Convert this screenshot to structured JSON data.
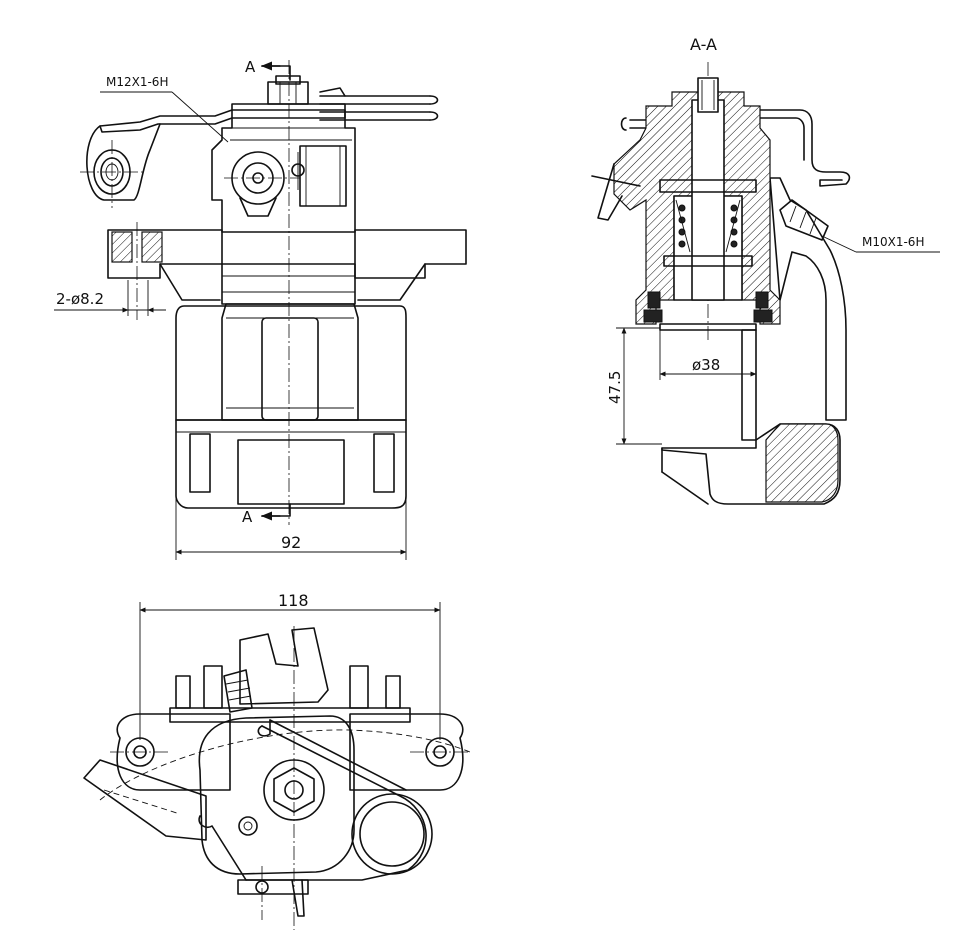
{
  "labels": {
    "thread_top": "M12X1-6H",
    "thread_side": "M10X1-6H",
    "hole_callout": "2-ø8.2",
    "section_arrow_top": "A",
    "section_arrow_bottom": "A",
    "section_title": "A-A",
    "piston_dia": "ø38",
    "height_dim": "47.5",
    "width_front": "92",
    "width_bottom": "118"
  }
}
